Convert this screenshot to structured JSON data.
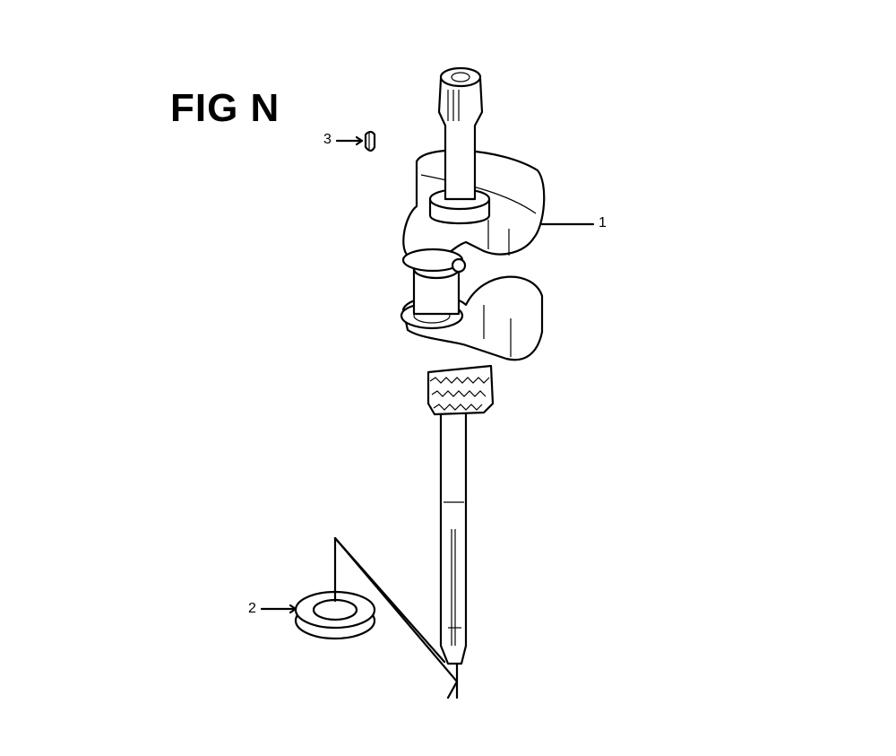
{
  "figure": {
    "title": "FIG N",
    "callouts": [
      {
        "id": "part-1",
        "label": "1"
      },
      {
        "id": "part-2",
        "label": "2"
      },
      {
        "id": "part-3",
        "label": "3"
      }
    ]
  }
}
